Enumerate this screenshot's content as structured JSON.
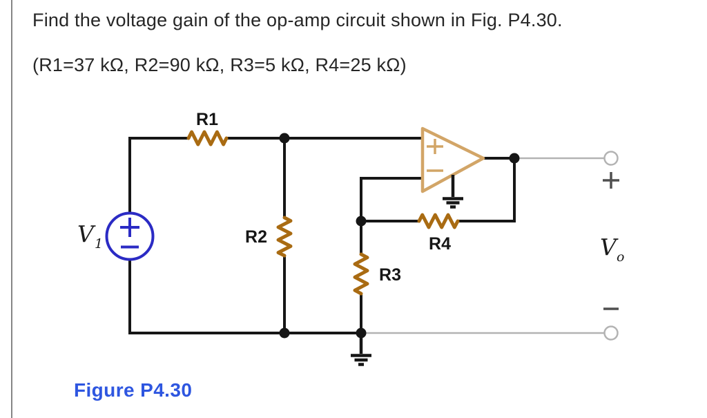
{
  "page": {
    "title": "Find the voltage gain of the op-amp circuit shown in Fig. P4.30.",
    "given": "(R1=37 kΩ, R2=90 kΩ, R3=5 kΩ, R4=25 kΩ)",
    "figure_caption": "Figure P4.30"
  },
  "circuit": {
    "source": {
      "label_base": "V",
      "label_sub": "1",
      "polarity_top": "+",
      "polarity_bottom": "−"
    },
    "opamp": {
      "noninverting_mark": "+",
      "inverting_mark": "−"
    },
    "resistors": {
      "r1": {
        "label": "R1",
        "value": "37 kΩ"
      },
      "r2": {
        "label": "R2",
        "value": "90 kΩ"
      },
      "r3": {
        "label": "R3",
        "value": "5 kΩ"
      },
      "r4": {
        "label": "R4",
        "value": "25 kΩ"
      }
    },
    "output": {
      "label_base": "V",
      "label_sub": "o",
      "polarity_top": "+",
      "polarity_bottom": "−"
    },
    "colors": {
      "wire": "#161616",
      "resistor": "#a96b12",
      "opamp": "#d2a567",
      "source": "#2b2bc4",
      "terminal": "#b3b3b3",
      "caption": "#2e56e0",
      "text": "#262626",
      "sign": "#4f4f4f",
      "border": "#858585"
    }
  }
}
